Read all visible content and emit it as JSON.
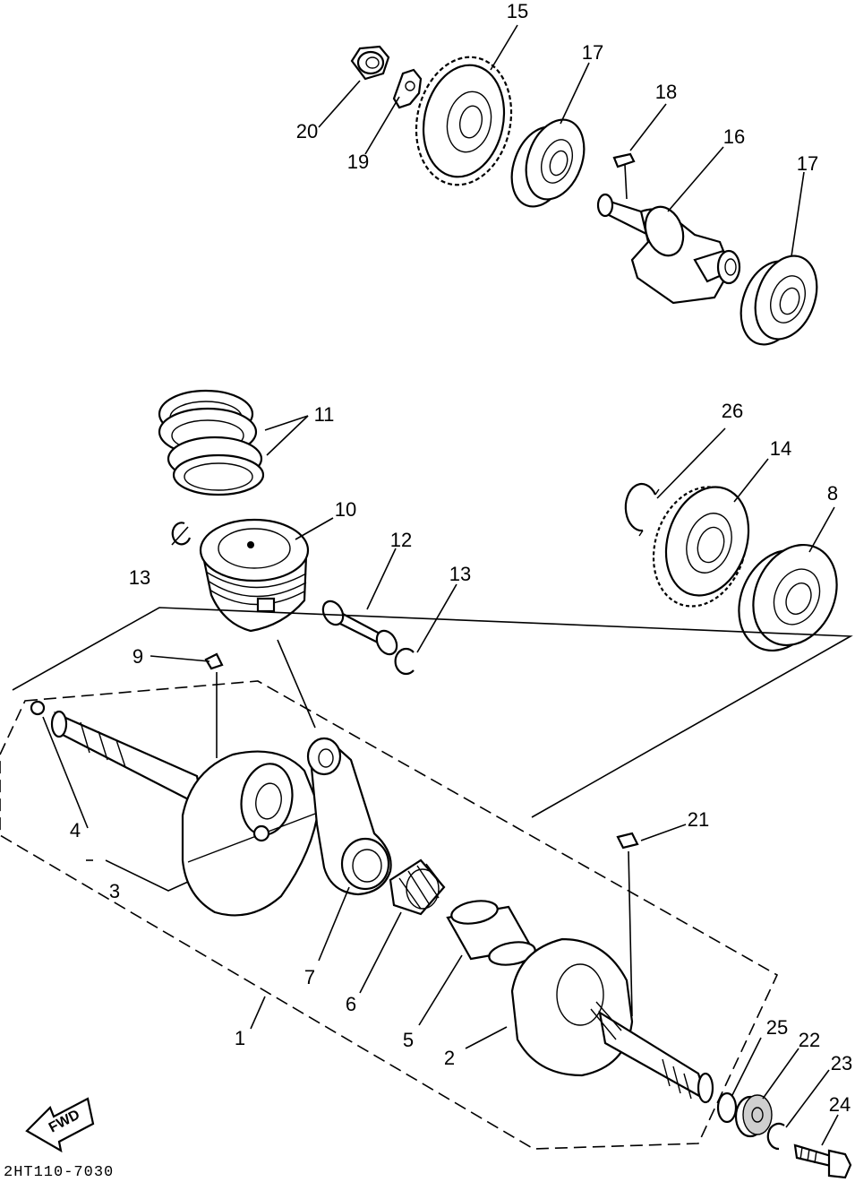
{
  "figure_code": "2HT110-7030",
  "direction_label": "FWD",
  "callouts": [
    {
      "id": "c1",
      "text": "1"
    },
    {
      "id": "c2",
      "text": "2"
    },
    {
      "id": "c3",
      "text": "3"
    },
    {
      "id": "c4",
      "text": "4"
    },
    {
      "id": "c5",
      "text": "5"
    },
    {
      "id": "c6",
      "text": "6"
    },
    {
      "id": "c7",
      "text": "7"
    },
    {
      "id": "c8",
      "text": "8"
    },
    {
      "id": "c9",
      "text": "9"
    },
    {
      "id": "c10",
      "text": "10"
    },
    {
      "id": "c11",
      "text": "11"
    },
    {
      "id": "c12",
      "text": "12"
    },
    {
      "id": "c13a",
      "text": "13"
    },
    {
      "id": "c13b",
      "text": "13"
    },
    {
      "id": "c14",
      "text": "14"
    },
    {
      "id": "c15",
      "text": "15"
    },
    {
      "id": "c16",
      "text": "16"
    },
    {
      "id": "c17a",
      "text": "17"
    },
    {
      "id": "c17b",
      "text": "17"
    },
    {
      "id": "c18",
      "text": "18"
    },
    {
      "id": "c19",
      "text": "19"
    },
    {
      "id": "c20",
      "text": "20"
    },
    {
      "id": "c21",
      "text": "21"
    },
    {
      "id": "c22",
      "text": "22"
    },
    {
      "id": "c23",
      "text": "23"
    },
    {
      "id": "c24",
      "text": "24"
    },
    {
      "id": "c25",
      "text": "25"
    },
    {
      "id": "c26",
      "text": "26"
    }
  ]
}
